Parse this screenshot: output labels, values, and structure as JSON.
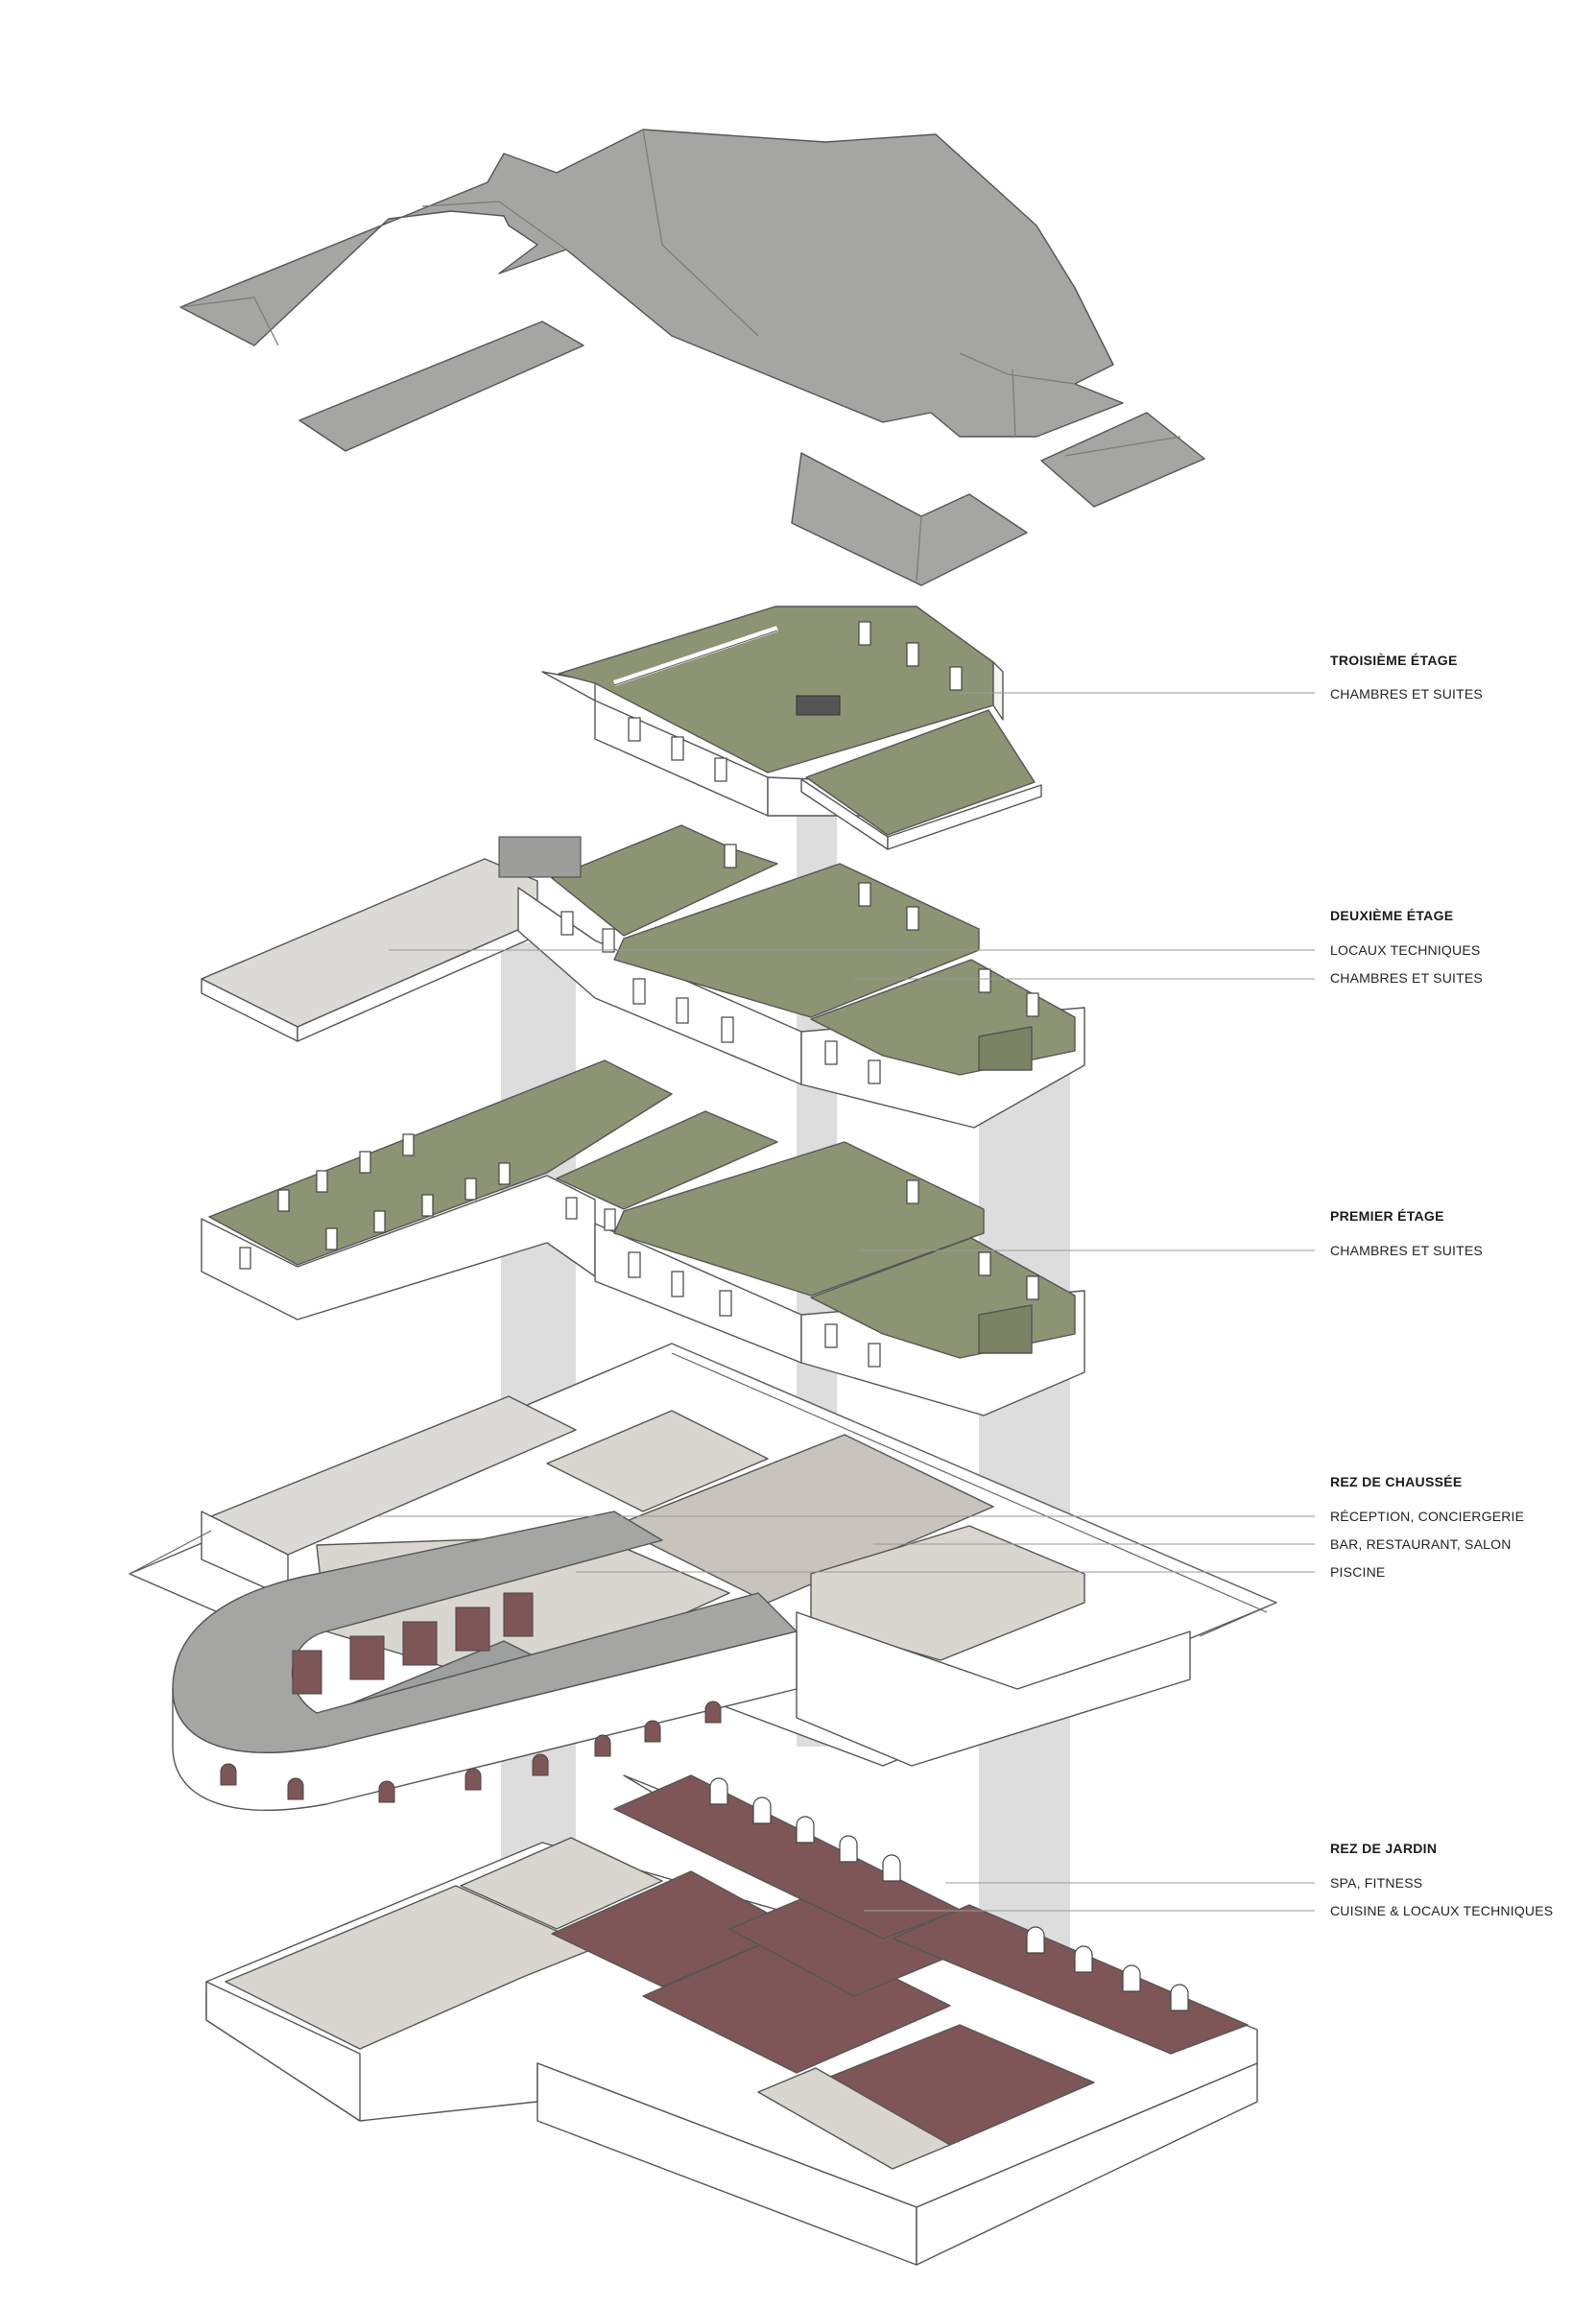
{
  "colors": {
    "roof": "#a5a5a3",
    "roof_dark": "#8f8f8d",
    "rooms_green": "#8d9474",
    "rooms_green_dark": "#7c8364",
    "ground_light": "#d9d6d0",
    "ground_mid": "#c8c4bd",
    "maroon": "#7f5657",
    "pool": "#9da09f",
    "wall": "#ffffff",
    "shaft": "#9f9f9f",
    "leader_line": "#9a9a9a",
    "text": "#1a1a1a"
  },
  "legend": {
    "troisieme": {
      "title": "TROISIÈME ÉTAGE",
      "items": [
        "CHAMBRES ET SUITES"
      ]
    },
    "deuxieme": {
      "title": "DEUXIÈME ÉTAGE",
      "items": [
        "LOCAUX TECHNIQUES",
        "CHAMBRES ET SUITES"
      ]
    },
    "premier": {
      "title": "PREMIER ÉTAGE",
      "items": [
        "CHAMBRES ET SUITES"
      ]
    },
    "rdc": {
      "title": "REZ DE CHAUSSÉE",
      "items": [
        "RÉCEPTION, CONCIERGERIE",
        "BAR, RESTAURANT, SALON",
        "PISCINE"
      ]
    },
    "rdj": {
      "title": "REZ DE JARDIN",
      "items": [
        "SPA, FITNESS",
        "CUISINE & LOCAUX TECHNIQUES"
      ]
    }
  }
}
